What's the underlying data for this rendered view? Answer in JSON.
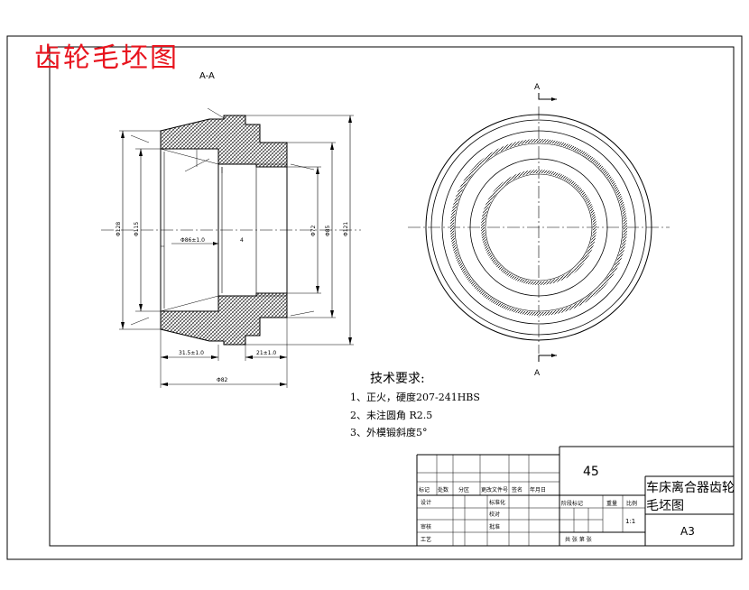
{
  "drawing": {
    "title": "齿轮毛坯图",
    "section_label": "A-A",
    "section_mark_top": "A",
    "section_mark_bottom": "A"
  },
  "dimensions": {
    "d_outer_left": "Φ128",
    "d_bore_left": "Φ115",
    "d_inner_right": "Φ72",
    "d_hub_right": "Φ85",
    "d_outer_right": "Φ121",
    "center_tol": "Φ86±1.0",
    "len_left": "31.5±1.0",
    "len_right": "21±1.0",
    "len_total": "Φ82",
    "chamfer_label": "4"
  },
  "notes": {
    "heading": "技术要求:",
    "items": [
      "1、正火，硬度207-241HBS",
      "2、未注圆角 R2.5",
      "3、外模锻斜度5°"
    ]
  },
  "title_block": {
    "material": "45",
    "part_name_line1": "车床离合器齿轮",
    "part_name_line2": "毛坯图",
    "format": "A3",
    "scale": "1:1",
    "headers_row": [
      "标记",
      "处数",
      "分区",
      "更改文件号",
      "签名",
      "年月日"
    ],
    "row_design": "设计",
    "row_standard": "标准化",
    "row_review": "审核",
    "row_process": "工艺",
    "row_check": "校对",
    "row_approve": "批准",
    "row_stage": "阶段标记",
    "row_weight": "重量",
    "row_scale": "比例",
    "row_sheets": "共  张  第  张"
  }
}
